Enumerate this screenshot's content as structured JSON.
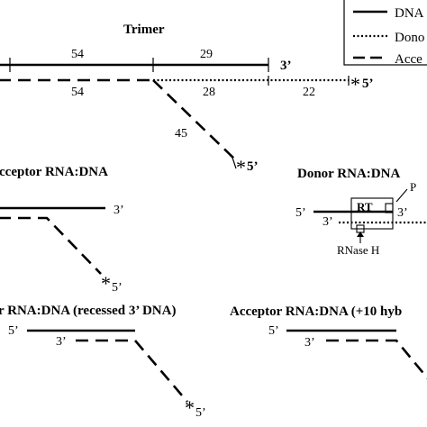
{
  "legend": {
    "items": [
      {
        "style": "solid",
        "label": "DNA"
      },
      {
        "style": "dotted",
        "label": "Dono"
      },
      {
        "style": "dashed",
        "label": "Acce"
      }
    ]
  },
  "trimer": {
    "title": "Trimer",
    "top_len_left": "54",
    "top_len_right": "29",
    "top_end": "3’",
    "bottom_len_left": "54",
    "dotted_len_1": "28",
    "dotted_len_2": "22",
    "dotted_end": "5’",
    "branch_len": "45",
    "branch_end": "5’",
    "star": "*"
  },
  "acceptor_panel": {
    "title": "cceptor RNA:DNA",
    "end_3": "3’",
    "end_5": "5’",
    "star": "*"
  },
  "donor_panel": {
    "title": "Donor RNA:DNA",
    "end_5": "5’",
    "end_3_top": "3’",
    "end_3_bottom": "3’",
    "rt_label": "RT",
    "rnaseh_label": "RNase H",
    "p_label": "P"
  },
  "recessed_panel": {
    "title": "r RNA:DNA (recessed 3’ DNA)",
    "end_5": "5’",
    "end_3": "3’",
    "end_5_bottom": "5’",
    "star": "*"
  },
  "plus10_panel": {
    "title": "Acceptor RNA:DNA (+10 hyb",
    "end_5": "5’",
    "end_3": "3’"
  }
}
